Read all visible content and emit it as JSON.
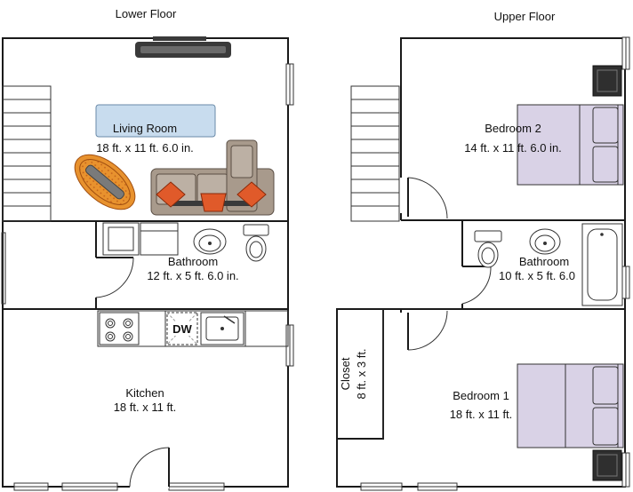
{
  "floors": {
    "lower": {
      "title": "Lower Floor",
      "rooms": {
        "living_room": {
          "name": "Living Room",
          "size": "18 ft. x 11 ft. 6.0 in."
        },
        "bathroom": {
          "name": "Bathroom",
          "size": "12 ft. x 5 ft. 6.0 in."
        },
        "kitchen": {
          "name": "Kitchen",
          "size": "18 ft. x 11 ft."
        }
      },
      "appliances": {
        "dishwasher": "DW"
      }
    },
    "upper": {
      "title": "Upper Floor",
      "rooms": {
        "bedroom2": {
          "name": "Bedroom 2",
          "size": "14 ft. x 11 ft. 6.0 in."
        },
        "bathroom": {
          "name": "Bathroom",
          "size": "10 ft. x 5 ft. 6.0"
        },
        "closet": {
          "name": "Closet",
          "size": "8 ft. x 3 ft."
        },
        "bedroom1": {
          "name": "Bedroom 1",
          "size": "18 ft. x 11 ft."
        }
      }
    }
  },
  "colors": {
    "wall": "#1a1a1a",
    "sofa": "#a89a8c",
    "cushion": "#e05a2a",
    "armchair": "#e8922e",
    "rug": "#c8dcee",
    "bed": "#d9d2e6",
    "tv": "#3a3a3a"
  }
}
